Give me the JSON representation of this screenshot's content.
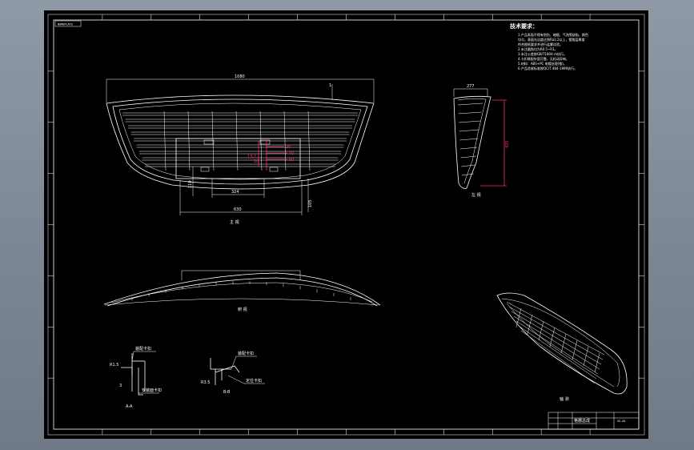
{
  "stamp": "NAMEPLATE",
  "views": {
    "front": {
      "label": "主 视",
      "dims": {
        "top_width": "1080",
        "inner_width": "324",
        "bottom_width": "630",
        "left_height": "110",
        "right_height": "105",
        "m1": "30",
        "m2": "40",
        "m3": "60",
        "m4": "20",
        "m5": "13.2"
      }
    },
    "side": {
      "label": "左 视",
      "top_dim": "277",
      "height_dim": "435"
    },
    "top": {
      "label": "俯 视"
    },
    "iso": {
      "label": "轴 测"
    },
    "section_a": {
      "label": "A-A",
      "callout_top": "装配卡扣",
      "callout_bottom": "安装面卡扣",
      "dim_a": "R1.5",
      "dim_b": "3"
    },
    "section_b": {
      "label": "B-B",
      "callout_top": "装配卡扣",
      "callout_bottom": "定位卡扣",
      "dim_a": "R3.5"
    }
  },
  "notes": {
    "title": "技术要求：",
    "lines": [
      "1.产品表面不得有划伤、缩痕、气泡等缺陷，颜色",
      "  均匀，表面光洁度达到Ra3.2以上，镀铬层厚度",
      "  符合图纸要求并进行盐雾试验。",
      "2.未注圆角均为R0.5~R1。",
      "3.未注公差按GB/T1804-m执行。",
      "4.卡扣装配牢固可靠，无松动异响。",
      "5.材料：ABS+PC 电镀处理(铬)。",
      "6.产品验收标准按QC/T 484-1999执行。"
    ]
  },
  "title_block": {
    "name": "格栅总成",
    "part_no": "SG-01"
  }
}
